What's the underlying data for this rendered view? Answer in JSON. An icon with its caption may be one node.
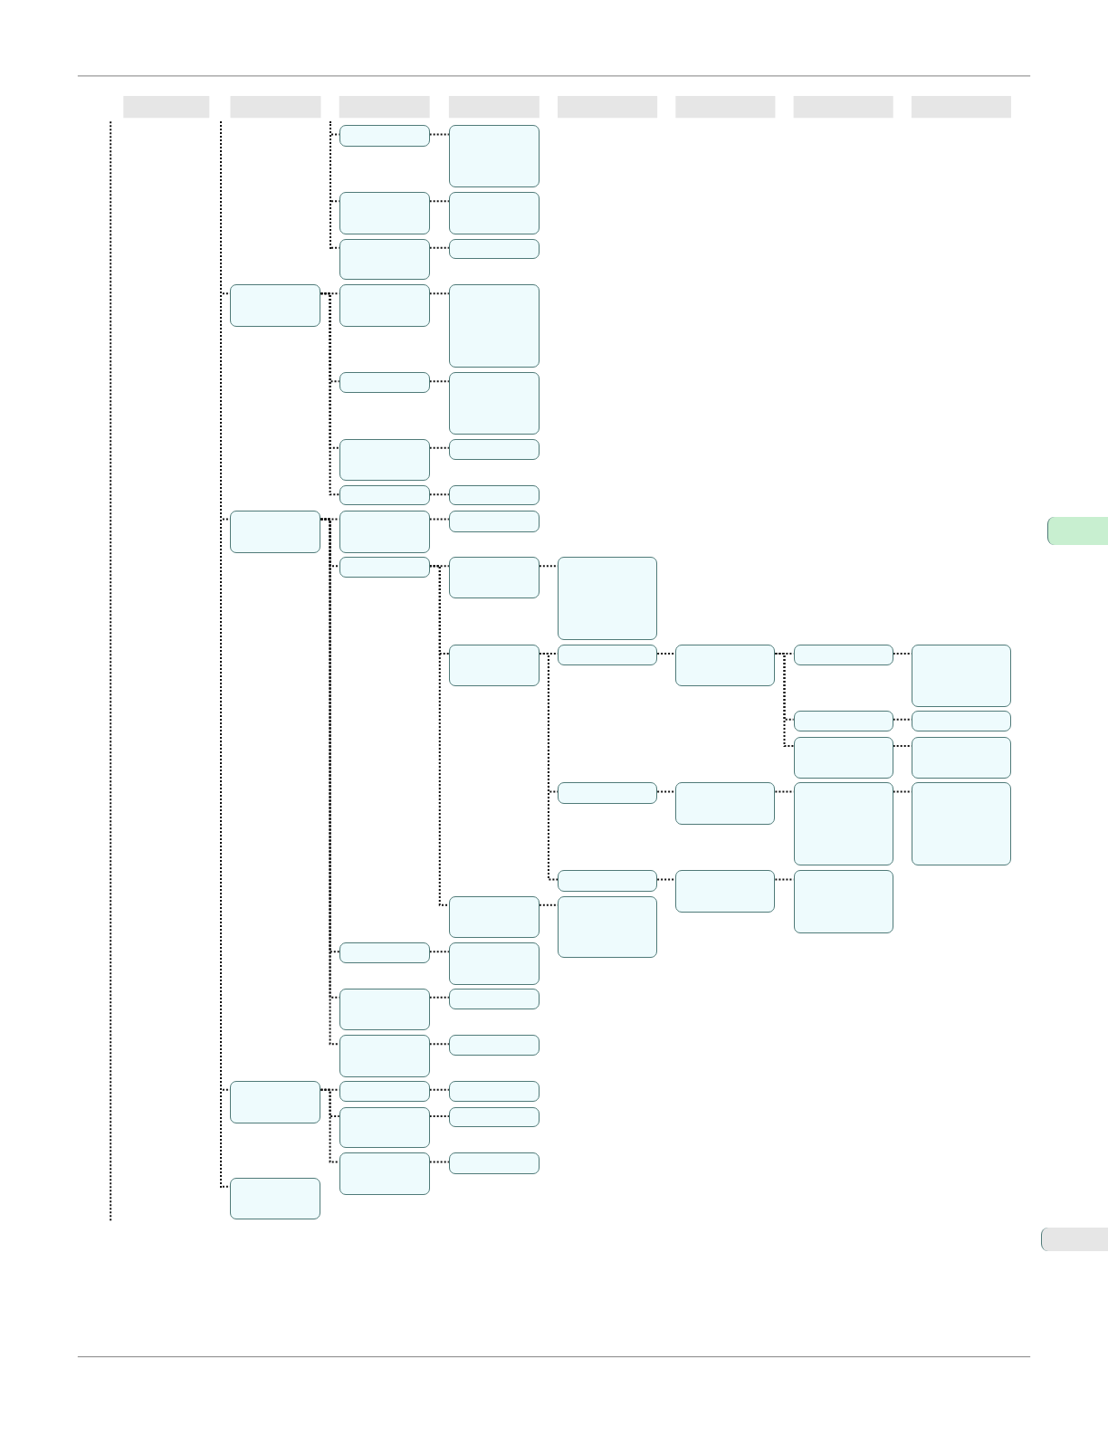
{
  "diagram": {
    "nodes": [
      {
        "text": [],
        "shape": "box"
      },
      {
        "text": [],
        "shape": "box"
      },
      {
        "text": [],
        "shape": "box"
      },
      {
        "text": [],
        "shape": "box"
      },
      {
        "text": [],
        "shape": "box"
      },
      {
        "text": [],
        "shape": "box"
      },
      {
        "text": [],
        "shape": "box"
      },
      {
        "text": [],
        "shape": "box"
      },
      {
        "text": [],
        "shape": "box"
      },
      {
        "text": [],
        "shape": "box"
      },
      {
        "text": [],
        "shape": "box"
      },
      {
        "text": [],
        "shape": "box"
      },
      {
        "text": [],
        "shape": "box"
      },
      {
        "text": [],
        "shape": "box"
      },
      {
        "text": [],
        "shape": "box"
      },
      {
        "text": [],
        "shape": "box"
      },
      {
        "text": [],
        "shape": "box"
      },
      {
        "text": [],
        "shape": "box"
      },
      {
        "text": [],
        "shape": "box"
      },
      {
        "text": [],
        "shape": "box"
      },
      {
        "text": [],
        "shape": "box"
      },
      {
        "text": [],
        "shape": "box"
      },
      {
        "text": [],
        "shape": "box"
      },
      {
        "text": [],
        "shape": "box"
      },
      {
        "text": [],
        "shape": "box"
      },
      {
        "text": [],
        "shape": "box"
      },
      {
        "text": [],
        "shape": "box"
      },
      {
        "text": [],
        "shape": "box"
      },
      {
        "text": [],
        "shape": "box"
      },
      {
        "text": [],
        "shape": "box"
      },
      {
        "text": [],
        "shape": "box"
      },
      {
        "text": [],
        "shape": "box"
      },
      {
        "text": [],
        "shape": "box"
      },
      {
        "text": [],
        "shape": "box"
      },
      {
        "text": [],
        "shape": "box"
      },
      {
        "text": [],
        "shape": "box"
      },
      {
        "text": [],
        "shape": "box"
      },
      {
        "text": [],
        "shape": "box"
      },
      {
        "text": [],
        "shape": "box"
      },
      {
        "text": [],
        "shape": "box"
      },
      {
        "text": [],
        "shape": "box"
      },
      {
        "text": [],
        "shape": "box"
      },
      {
        "text": [],
        "shape": "box"
      },
      {
        "text": [],
        "shape": "box"
      },
      {
        "text": [],
        "shape": "box"
      },
      {
        "text": [],
        "shape": "box"
      },
      {
        "text": [],
        "shape": "box"
      },
      {
        "text": [],
        "shape": "box"
      },
      {
        "text": [],
        "shape": "box"
      },
      {
        "text": [],
        "shape": "box"
      },
      {
        "text": [],
        "shape": "box"
      },
      {
        "text": [],
        "shape": "box"
      },
      {
        "text": [],
        "shape": "box"
      },
      {
        "text": [],
        "shape": "bar"
      },
      {
        "text": [],
        "shape": "bar"
      },
      {
        "text": [],
        "shape": "line"
      },
      {
        "text": [],
        "shape": "line"
      }
    ],
    "edges": [
      {
        "from": 56,
        "to": 0,
        "arrow": "none"
      },
      {
        "from": 56,
        "to": 2,
        "arrow": "none"
      },
      {
        "from": 56,
        "to": 4,
        "arrow": "none"
      },
      {
        "from": 0,
        "to": 1,
        "arrow": "none"
      },
      {
        "from": 2,
        "to": 3,
        "arrow": "none"
      },
      {
        "from": 4,
        "to": 5,
        "arrow": "none"
      },
      {
        "from": 55,
        "to": 6,
        "arrow": "none"
      },
      {
        "from": 55,
        "to": 15,
        "arrow": "none"
      },
      {
        "from": 55,
        "to": 45,
        "arrow": "none"
      },
      {
        "from": 55,
        "to": 52,
        "arrow": "none"
      },
      {
        "from": 6,
        "to": 7,
        "arrow": "none"
      },
      {
        "from": 6,
        "to": 9,
        "arrow": "none"
      },
      {
        "from": 6,
        "to": 11,
        "arrow": "none"
      },
      {
        "from": 6,
        "to": 13,
        "arrow": "none"
      },
      {
        "from": 7,
        "to": 8,
        "arrow": "none"
      },
      {
        "from": 9,
        "to": 10,
        "arrow": "none"
      },
      {
        "from": 11,
        "to": 12,
        "arrow": "none"
      },
      {
        "from": 13,
        "to": 14,
        "arrow": "none"
      },
      {
        "from": 15,
        "to": 16,
        "arrow": "none"
      },
      {
        "from": 15,
        "to": 18,
        "arrow": "none"
      },
      {
        "from": 15,
        "to": 39,
        "arrow": "none"
      },
      {
        "from": 15,
        "to": 41,
        "arrow": "none"
      },
      {
        "from": 15,
        "to": 43,
        "arrow": "none"
      },
      {
        "from": 16,
        "to": 17,
        "arrow": "none"
      },
      {
        "from": 18,
        "to": 19,
        "arrow": "none"
      },
      {
        "from": 18,
        "to": 21,
        "arrow": "none"
      },
      {
        "from": 18,
        "to": 37,
        "arrow": "none"
      },
      {
        "from": 19,
        "to": 20,
        "arrow": "none"
      },
      {
        "from": 21,
        "to": 22,
        "arrow": "none"
      },
      {
        "from": 21,
        "to": 30,
        "arrow": "none"
      },
      {
        "from": 21,
        "to": 34,
        "arrow": "none"
      },
      {
        "from": 22,
        "to": 23,
        "arrow": "none"
      },
      {
        "from": 23,
        "to": 24,
        "arrow": "none"
      },
      {
        "from": 23,
        "to": 26,
        "arrow": "none"
      },
      {
        "from": 23,
        "to": 28,
        "arrow": "none"
      },
      {
        "from": 24,
        "to": 25,
        "arrow": "none"
      },
      {
        "from": 26,
        "to": 27,
        "arrow": "none"
      },
      {
        "from": 28,
        "to": 29,
        "arrow": "none"
      },
      {
        "from": 30,
        "to": 31,
        "arrow": "none"
      },
      {
        "from": 31,
        "to": 32,
        "arrow": "none"
      },
      {
        "from": 32,
        "to": 33,
        "arrow": "none"
      },
      {
        "from": 34,
        "to": 35,
        "arrow": "none"
      },
      {
        "from": 35,
        "to": 36,
        "arrow": "none"
      },
      {
        "from": 37,
        "to": 38,
        "arrow": "none"
      },
      {
        "from": 39,
        "to": 40,
        "arrow": "none"
      },
      {
        "from": 41,
        "to": 42,
        "arrow": "none"
      },
      {
        "from": 43,
        "to": 44,
        "arrow": "none"
      },
      {
        "from": 45,
        "to": 46,
        "arrow": "none"
      },
      {
        "from": 45,
        "to": 48,
        "arrow": "none"
      },
      {
        "from": 45,
        "to": 50,
        "arrow": "none"
      },
      {
        "from": 46,
        "to": 47,
        "arrow": "none"
      },
      {
        "from": 48,
        "to": 49,
        "arrow": "none"
      },
      {
        "from": 50,
        "to": 51,
        "arrow": "none"
      }
    ]
  }
}
